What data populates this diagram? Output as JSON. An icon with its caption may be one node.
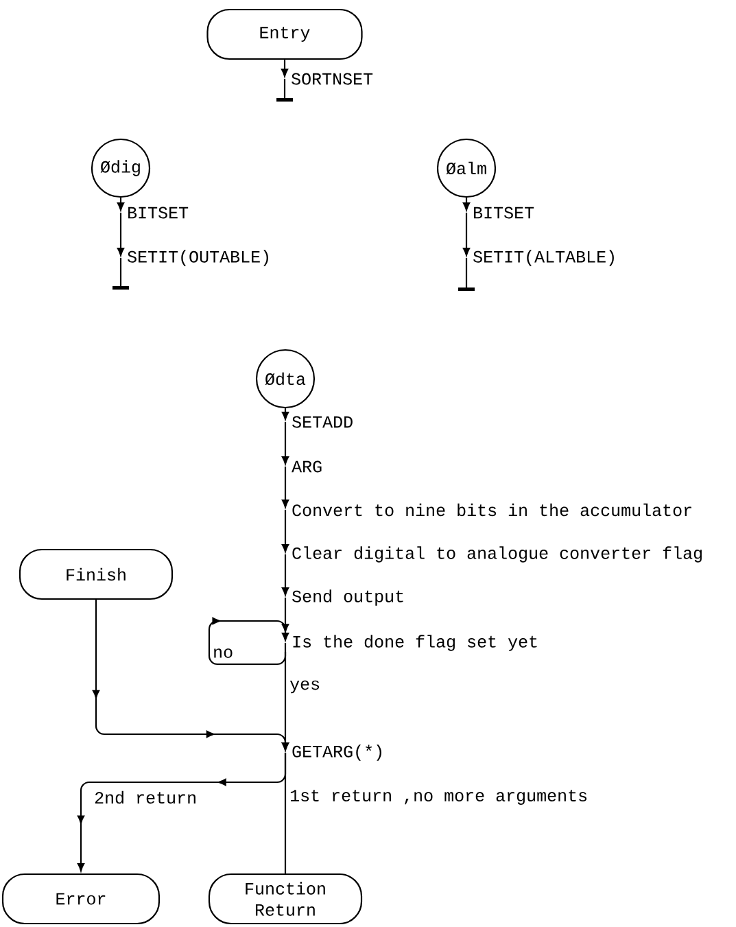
{
  "diagram": {
    "nodes": [
      {
        "text": [
          "Entry"
        ]
      },
      {
        "text": [
          "SORTNSET"
        ]
      },
      {
        "text": [
          "Ødig"
        ]
      },
      {
        "text": [
          "BITSET"
        ]
      },
      {
        "text": [
          "SETIT(OUTABLE)"
        ]
      },
      {
        "text": [
          "Øalm"
        ]
      },
      {
        "text": [
          "BITSET"
        ]
      },
      {
        "text": [
          "SETIT(ALTABLE)"
        ]
      },
      {
        "text": [
          "Ødta"
        ]
      },
      {
        "text": [
          "SETADD"
        ]
      },
      {
        "text": [
          "ARG"
        ]
      },
      {
        "text": [
          "Convert to nine bits in the accumulator"
        ]
      },
      {
        "text": [
          "Clear digital to analogue converter flag"
        ]
      },
      {
        "text": [
          "Send output"
        ]
      },
      {
        "text": [
          "Is the done flag set yet"
        ]
      },
      {
        "text": [
          "GETARG(*)"
        ]
      },
      {
        "text": [
          "Finish"
        ]
      },
      {
        "text": [
          "Error"
        ]
      },
      {
        "text": [
          "Function Return"
        ]
      }
    ],
    "edges": [
      {
        "from": 0,
        "to": 1,
        "arrow": "to"
      },
      {
        "from": 1,
        "to": null,
        "arrow": "other"
      },
      {
        "from": 2,
        "to": 3,
        "arrow": "to"
      },
      {
        "from": 3,
        "to": 4,
        "arrow": "to"
      },
      {
        "from": 4,
        "to": null,
        "arrow": "other"
      },
      {
        "from": 5,
        "to": 6,
        "arrow": "to"
      },
      {
        "from": 6,
        "to": 7,
        "arrow": "to"
      },
      {
        "from": 7,
        "to": null,
        "arrow": "other"
      },
      {
        "from": 8,
        "to": 9,
        "arrow": "to"
      },
      {
        "from": 9,
        "to": 10,
        "arrow": "to"
      },
      {
        "from": 10,
        "to": 11,
        "arrow": "to"
      },
      {
        "from": 11,
        "to": 12,
        "arrow": "to"
      },
      {
        "from": 12,
        "to": 13,
        "arrow": "to"
      },
      {
        "from": 13,
        "to": 14,
        "arrow": "to"
      },
      {
        "from": 14,
        "to": 14,
        "arrow": "to",
        "label": "no"
      },
      {
        "from": 14,
        "to": 15,
        "arrow": "to",
        "label": "yes"
      },
      {
        "from": 16,
        "to": 15,
        "arrow": "to"
      },
      {
        "from": 15,
        "to": 17,
        "arrow": "to",
        "label": "2nd return"
      },
      {
        "from": 15,
        "to": 18,
        "arrow": "none",
        "label": "1st return ,no more arguments"
      }
    ]
  }
}
